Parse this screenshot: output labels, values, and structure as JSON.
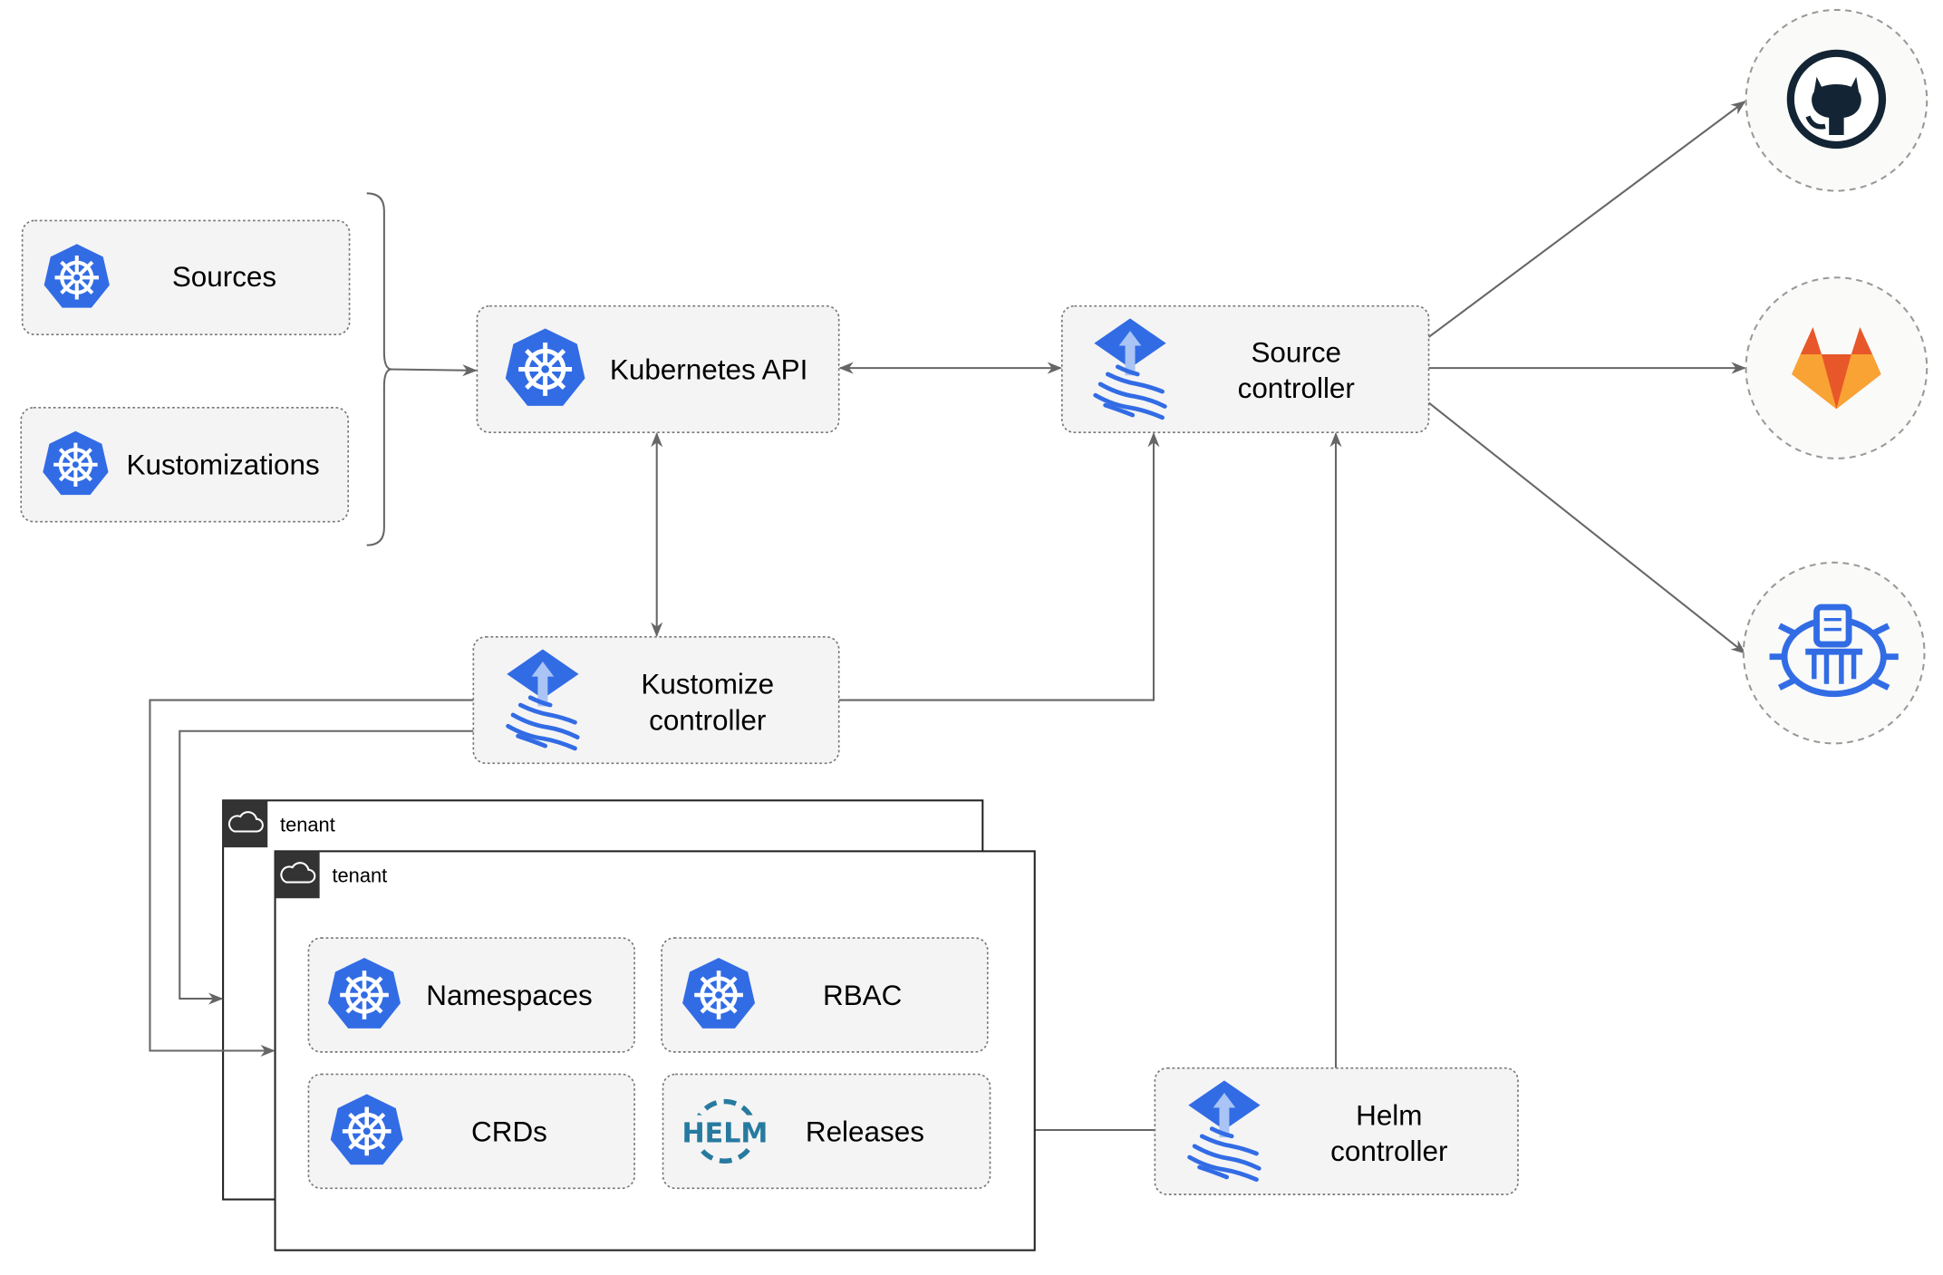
{
  "nodes": {
    "sources": "Sources",
    "kustomizations": "Kustomizations",
    "kubernetes_api": "Kubernetes API",
    "source_controller": [
      "Source",
      "controller"
    ],
    "kustomize_controller": [
      "Kustomize",
      "controller"
    ],
    "helm_controller": [
      "Helm",
      "controller"
    ],
    "namespaces": "Namespaces",
    "rbac": "RBAC",
    "crds": "CRDs",
    "releases": "Releases",
    "helm_logo": "HELM"
  },
  "tenants": [
    "tenant",
    "tenant"
  ],
  "external_sources": [
    "github-icon",
    "gitlab-icon",
    "helm-repository-icon"
  ],
  "colors": {
    "k8s_blue": "#326ce5",
    "edge": "#666666",
    "gitlab_orange": "#e8572a",
    "github_dark": "#132434",
    "helm_blue": "#277a9f"
  }
}
